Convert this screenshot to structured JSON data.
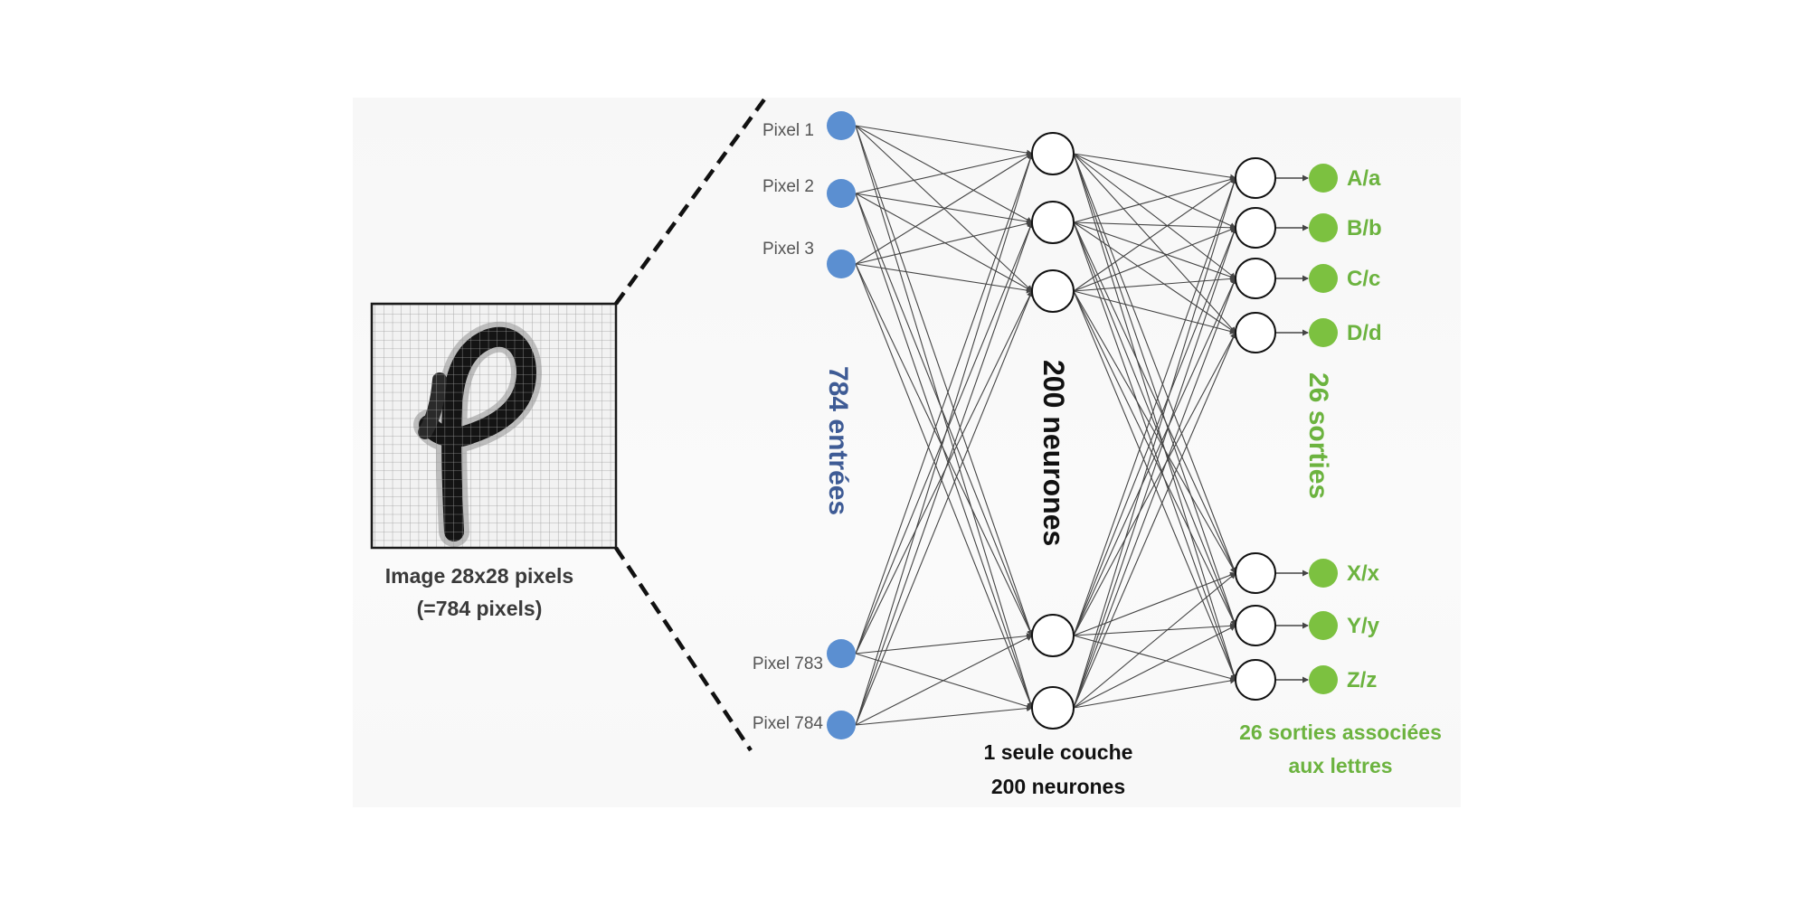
{
  "image_caption": {
    "line1": "Image 28x28 pixels",
    "line2": "(=784 pixels)"
  },
  "inputs": {
    "group_label": "784 entrées",
    "labels": [
      "Pixel 1",
      "Pixel 2",
      "Pixel 3",
      "Pixel 783",
      "Pixel 784"
    ]
  },
  "hidden": {
    "group_label": "200 neurones",
    "caption_line1": "1 seule couche",
    "caption_line2": "200 neurones"
  },
  "outputs": {
    "group_label": "26 sorties",
    "labels": [
      "A/a",
      "B/b",
      "C/c",
      "D/d",
      "X/x",
      "Y/y",
      "Z/z"
    ],
    "caption_line1": "26 sorties associées",
    "caption_line2": "aux lettres"
  },
  "colors": {
    "input_node": "#5b8fd1",
    "input_text": "#3e5b95",
    "output_node": "#7cc140",
    "output_text": "#6cb33f",
    "hidden_text": "#111111",
    "edge": "#444444"
  }
}
